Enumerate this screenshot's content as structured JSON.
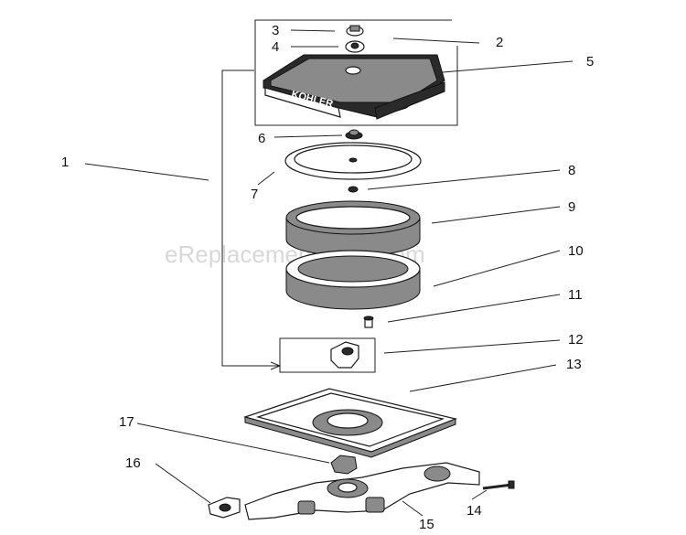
{
  "watermark": "eReplacementParts.com",
  "cover_badge": "KOHLER",
  "callouts": [
    {
      "label": "1",
      "part": "air-cleaner-assembly"
    },
    {
      "label": "2",
      "part": "cover-assembly"
    },
    {
      "label": "3",
      "part": "knob"
    },
    {
      "label": "4",
      "part": "seal-washer"
    },
    {
      "label": "5",
      "part": "cover"
    },
    {
      "label": "6",
      "part": "wing-nut"
    },
    {
      "label": "7",
      "part": "element-cover"
    },
    {
      "label": "8",
      "part": "seal"
    },
    {
      "label": "9",
      "part": "precleaner"
    },
    {
      "label": "10",
      "part": "air-filter-element"
    },
    {
      "label": "11",
      "part": "stud"
    },
    {
      "label": "12",
      "part": "bracket"
    },
    {
      "label": "13",
      "part": "base"
    },
    {
      "label": "14",
      "part": "screw"
    },
    {
      "label": "15",
      "part": "elbow"
    },
    {
      "label": "16",
      "part": "gasket"
    },
    {
      "label": "17",
      "part": "breather-gasket"
    }
  ]
}
